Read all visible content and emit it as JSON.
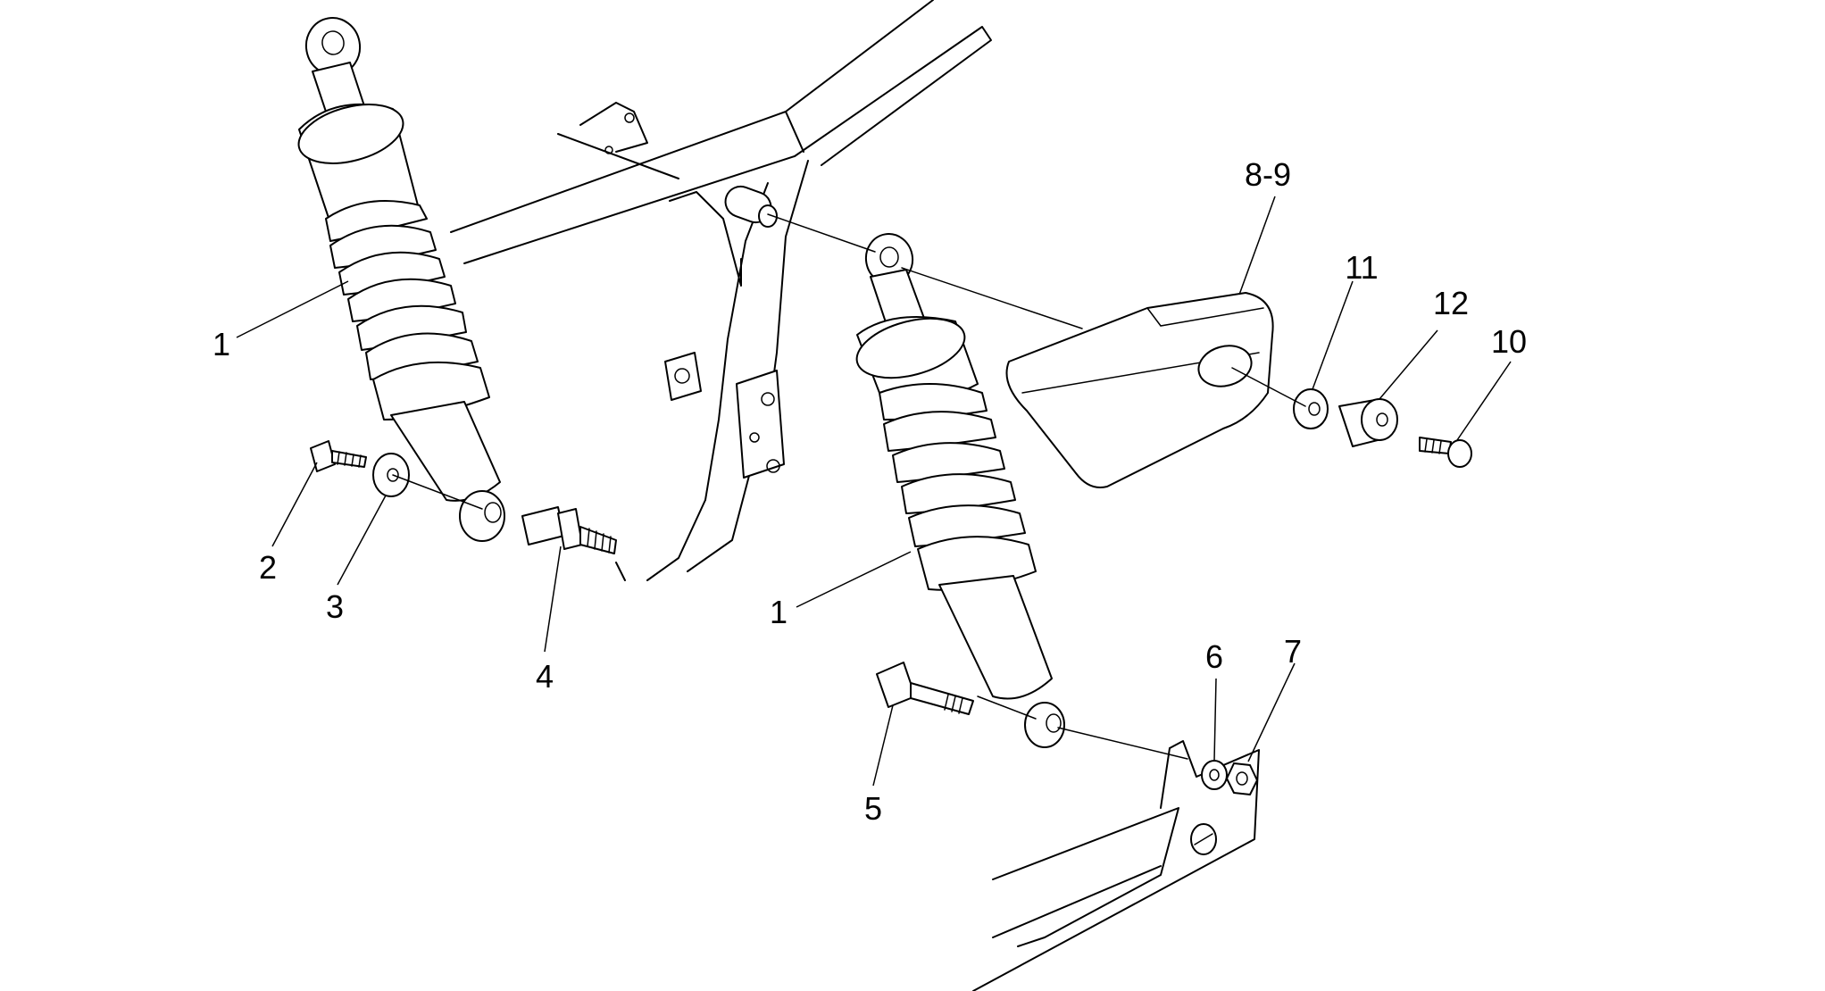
{
  "callouts": [
    {
      "id": "c1a",
      "label": "1"
    },
    {
      "id": "c1b",
      "label": "1"
    },
    {
      "id": "c2",
      "label": "2"
    },
    {
      "id": "c3",
      "label": "3"
    },
    {
      "id": "c4",
      "label": "4"
    },
    {
      "id": "c5",
      "label": "5"
    },
    {
      "id": "c6",
      "label": "6"
    },
    {
      "id": "c7",
      "label": "7"
    },
    {
      "id": "c89",
      "label": "8-9"
    },
    {
      "id": "c10",
      "label": "10"
    },
    {
      "id": "c11",
      "label": "11"
    },
    {
      "id": "c12",
      "label": "12"
    }
  ],
  "colors": {
    "line": "#000000",
    "background": "#ffffff"
  }
}
